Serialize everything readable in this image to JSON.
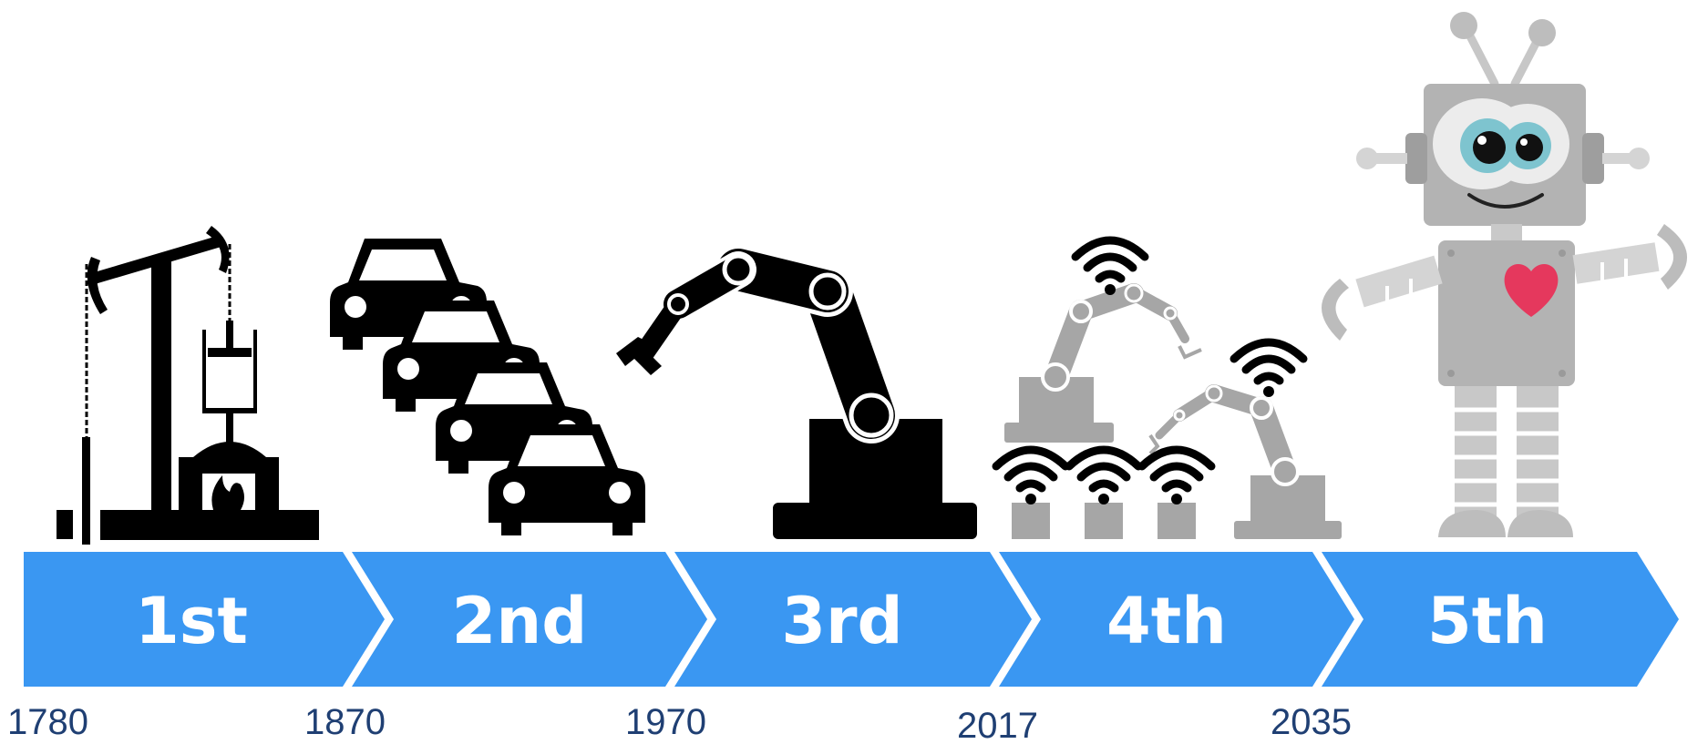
{
  "colors": {
    "arrow": "#3a97f2",
    "arrow_text": "#ffffff",
    "year_text": "#1f3f73",
    "icon_dark": "#000000",
    "icon_gray": "#a6a6a6",
    "robot_gray": "#b3b3b3",
    "robot_light": "#d4d4d4",
    "heart": "#e5385d",
    "eye_iris": "#7ec4cf"
  },
  "eras": [
    {
      "label": "1st",
      "icon": "steam-engine-pump-icon"
    },
    {
      "label": "2nd",
      "icon": "assembly-line-cars-icon"
    },
    {
      "label": "3rd",
      "icon": "industrial-robot-arm-icon"
    },
    {
      "label": "4th",
      "icon": "connected-robot-arms-wifi-icon"
    },
    {
      "label": "5th",
      "icon": "friendly-robot-icon"
    }
  ],
  "years": [
    "1780",
    "1870",
    "1970",
    "2017",
    "2035"
  ]
}
